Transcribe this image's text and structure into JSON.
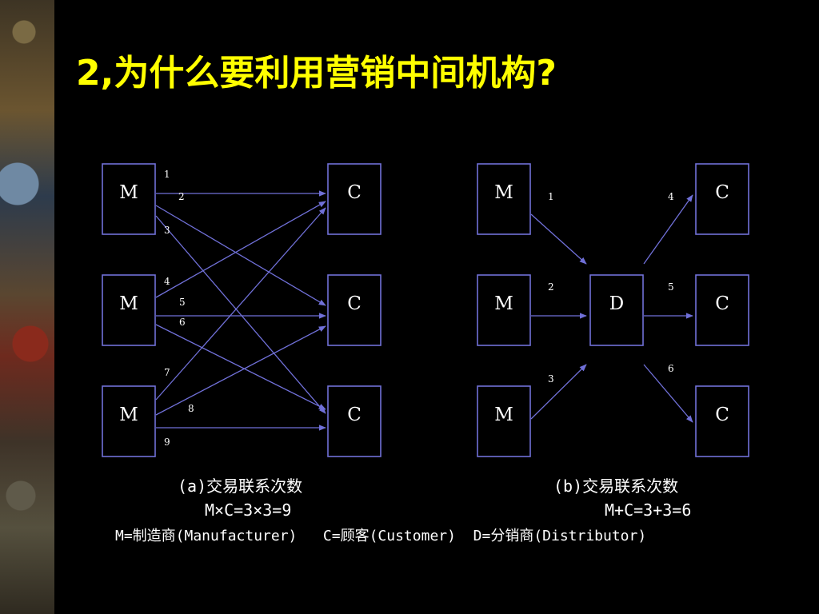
{
  "title": "2,为什么要利用营销中间机构?",
  "diagram_a": {
    "nodes": [
      {
        "id": "ma1",
        "label": "M"
      },
      {
        "id": "ma2",
        "label": "M"
      },
      {
        "id": "ma3",
        "label": "M"
      },
      {
        "id": "ca1",
        "label": "C"
      },
      {
        "id": "ca2",
        "label": "C"
      },
      {
        "id": "ca3",
        "label": "C"
      }
    ],
    "edges": [
      {
        "from": "ma1",
        "to": "ca1",
        "label": "1"
      },
      {
        "from": "ma1",
        "to": "ca2",
        "label": "2"
      },
      {
        "from": "ma1",
        "to": "ca3",
        "label": "3"
      },
      {
        "from": "ma2",
        "to": "ca1",
        "label": "4"
      },
      {
        "from": "ma2",
        "to": "ca2",
        "label": "5"
      },
      {
        "from": "ma2",
        "to": "ca3",
        "label": "6"
      },
      {
        "from": "ma3",
        "to": "ca1",
        "label": "7"
      },
      {
        "from": "ma3",
        "to": "ca2",
        "label": "8"
      },
      {
        "from": "ma3",
        "to": "ca3",
        "label": "9"
      }
    ],
    "caption": "(a)交易联系次数",
    "formula": "M×C=3×3=9"
  },
  "diagram_b": {
    "nodes": [
      {
        "id": "mb1",
        "label": "M"
      },
      {
        "id": "mb2",
        "label": "M"
      },
      {
        "id": "mb3",
        "label": "M"
      },
      {
        "id": "d",
        "label": "D"
      },
      {
        "id": "cb1",
        "label": "C"
      },
      {
        "id": "cb2",
        "label": "C"
      },
      {
        "id": "cb3",
        "label": "C"
      }
    ],
    "edges": [
      {
        "from": "mb1",
        "to": "d",
        "label": "1"
      },
      {
        "from": "mb2",
        "to": "d",
        "label": "2"
      },
      {
        "from": "mb3",
        "to": "d",
        "label": "3"
      },
      {
        "from": "d",
        "to": "cb1",
        "label": "4"
      },
      {
        "from": "d",
        "to": "cb2",
        "label": "5"
      },
      {
        "from": "d",
        "to": "cb3",
        "label": "6"
      }
    ],
    "caption": "(b)交易联系次数",
    "formula": "M+C=3+3=6"
  },
  "legend": {
    "m": "M=制造商(Manufacturer)",
    "c": "C=顾客(Customer)",
    "d": "D=分销商(Distributor)"
  },
  "colors": {
    "title": "#ffff00",
    "line": "#7070d8",
    "text": "#ffffff",
    "background": "#000000"
  }
}
